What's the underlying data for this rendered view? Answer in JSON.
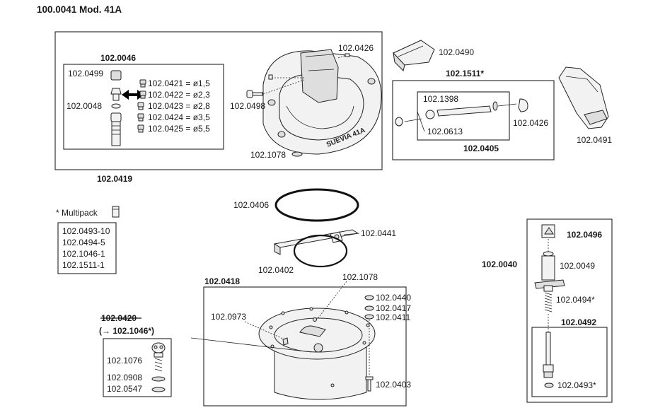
{
  "title": "100.0041 Mod. 41A",
  "labels": {
    "p0046": "102.0046",
    "p0499": "102.0499",
    "p0048": "102.0048",
    "p0421": "102.0421 = ø1,5",
    "p0422": "102.0422 = ø2,3",
    "p0423": "102.0423 = ø2,8",
    "p0424": "102.0424 = ø3,5",
    "p0425": "102.0425 = ø5,5",
    "p0426a": "102.0426",
    "p0498": "102.0498",
    "p1078a": "102.1078",
    "p0419": "102.0419",
    "bowl_text": "SUEVIA 41A",
    "p0490": "102.0490",
    "p1511": "102.1511*",
    "p1398": "102.1398",
    "p0613": "102.0613",
    "p0426b": "102.0426",
    "p0405": "102.0405",
    "p0491": "102.0491",
    "multipack": "* Multipack",
    "mp1": "102.0493-10",
    "mp2": "102.0494-5",
    "mp3": "102.1046-1",
    "mp4": "102.1511-1",
    "p0406": "102.0406",
    "p0441": "102.0441",
    "p0402": "102.0402",
    "p0418": "102.0418",
    "p1078b": "102.1078",
    "p0973": "102.0973",
    "p0440": "102.0440",
    "p0417": "102.0417",
    "p0411": "102.0411",
    "p0403": "102.0403",
    "p0420": "102.0420",
    "p1046": "(→ 102.1046*)",
    "p1076": "102.1076",
    "p0908": "102.0908",
    "p0547": "102.0547",
    "p0040": "102.0040",
    "p0496": "102.0496",
    "p0049": "102.0049",
    "p0494": "102.0494*",
    "p0492": "102.0492",
    "p0493": "102.0493*"
  }
}
